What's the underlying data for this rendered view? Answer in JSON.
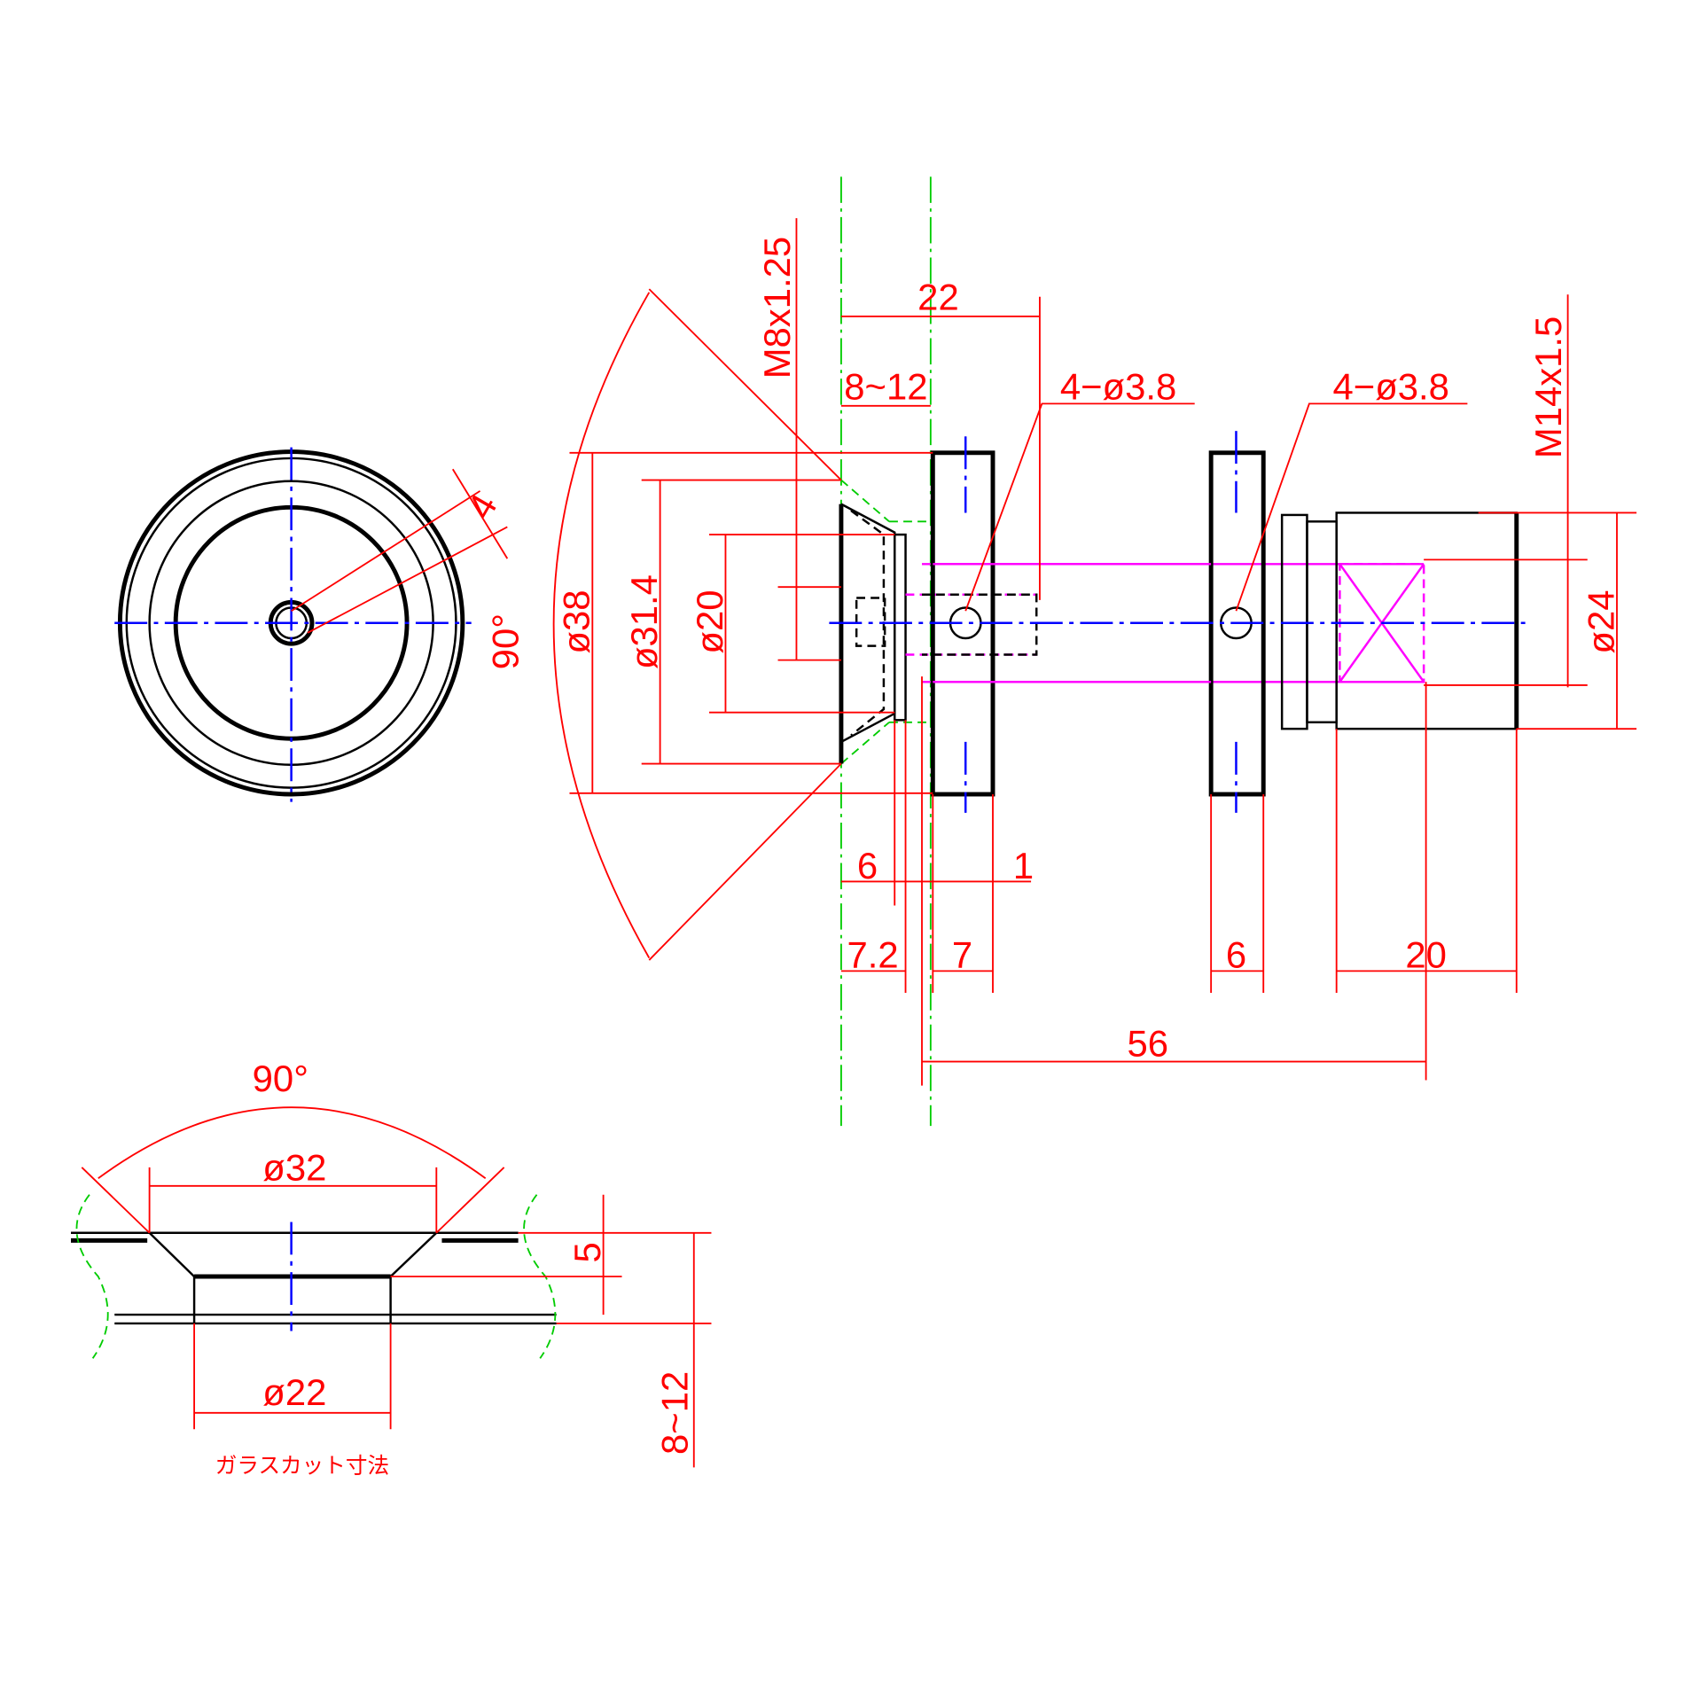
{
  "drawing": {
    "colors": {
      "dimension": "#ff0000",
      "outline": "#000000",
      "centerline": "#0000ff",
      "glass": "#00cc00",
      "hidden": "#ff00ff"
    },
    "front_view": {
      "chamfer": "4",
      "angle": "90°"
    },
    "side_view": {
      "thread_m8": "M8x1.25",
      "thread_m14": "M14x1.5",
      "dim_22": "22",
      "dim_glass": "8~12",
      "hole_1": "4−ø3.8",
      "hole_2": "4−ø3.8",
      "dia_38": "ø38",
      "dia_31_4": "ø31.4",
      "dia_20": "ø20",
      "dia_24": "ø24",
      "dim_6a": "6",
      "dim_1": "1",
      "dim_7_2": "7.2",
      "dim_7": "7",
      "dim_6b": "6",
      "dim_20": "20",
      "dim_56": "56"
    },
    "glass_cut": {
      "angle": "90°",
      "dia_32": "ø32",
      "dia_22": "ø22",
      "depth": "5",
      "thickness": "8~12",
      "caption": "ガラスカット寸法"
    }
  }
}
